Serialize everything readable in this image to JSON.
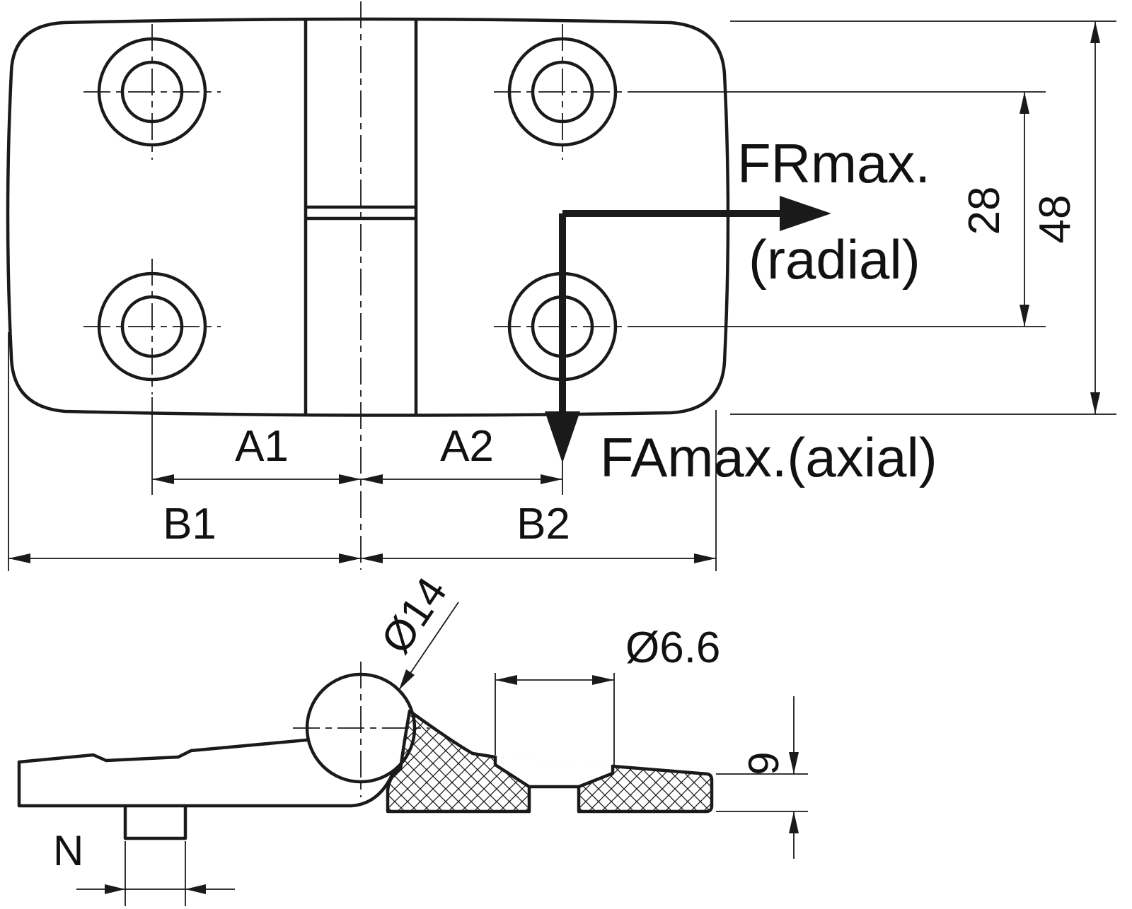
{
  "drawing": {
    "labels": {
      "fr_max": "FRmax.",
      "radial": "(radial)",
      "fa_max": "FAmax.(axial)",
      "dim_28": "28",
      "dim_48": "48",
      "dim_a1": "A1",
      "dim_a2": "A2",
      "dim_b1": "B1",
      "dim_b2": "B2",
      "dia_14": "Ø14",
      "dia_66": "Ø6.6",
      "dim_9": "9",
      "dim_n": "N"
    },
    "colors": {
      "line": "#1a1a1a",
      "background": "#ffffff"
    }
  }
}
